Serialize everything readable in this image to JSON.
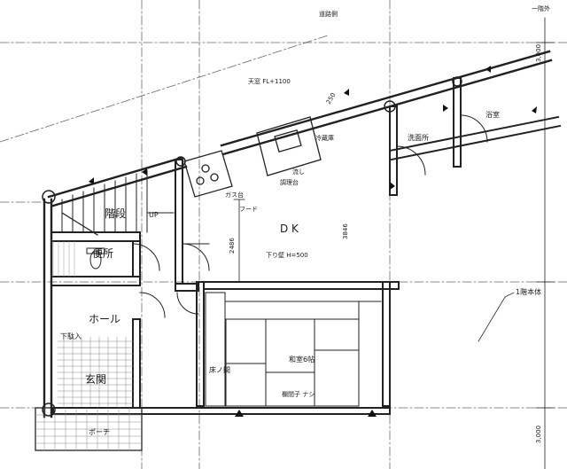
{
  "rooms": {
    "stairs": "階段",
    "stairs_up": "UP",
    "toilet": "便所",
    "hall": "ホール",
    "entrance": "玄関",
    "porch": "ポーチ",
    "dk": "D K",
    "washroom": "洗面所",
    "bathroom": "浴室",
    "tokonoma": "床ノ間",
    "washitsu": "和室6帖"
  },
  "notes": {
    "storage": "下駄入",
    "window_note": "天窓 FL+1100",
    "fridge": "冷蔵庫",
    "sink": "流し",
    "counter": "調理台",
    "gas_stove": "ガス台",
    "hood": "フード",
    "wall_height": "下り壁 H=500",
    "ranma": "欄間子 ナシ",
    "first_floor": "1階本体",
    "top_note": "道路側",
    "top_right": "一階外"
  },
  "dimensions": {
    "dk_vertical": "2486",
    "dk_right": "3846",
    "diag_250": "250",
    "right_top": "3,000",
    "right_bottom": "3,000"
  }
}
